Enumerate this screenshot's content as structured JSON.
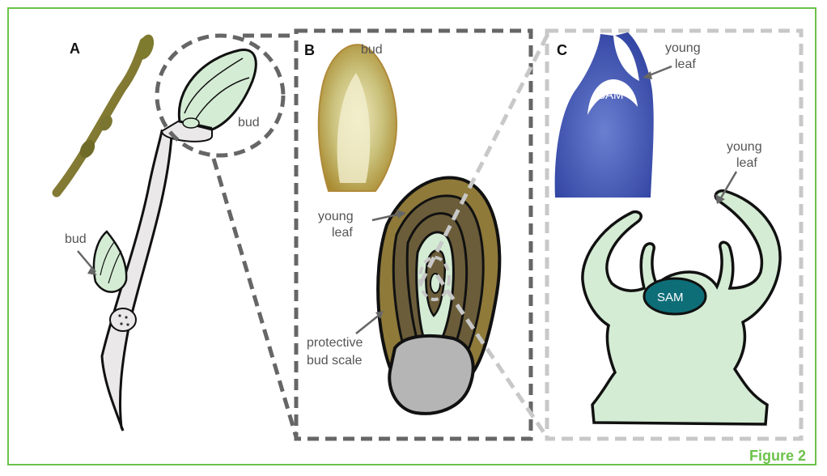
{
  "figure_label": "Figure 2",
  "panels": {
    "a": {
      "letter": "A",
      "bud_top_label": "bud",
      "bud_side_label": "bud"
    },
    "b": {
      "letter": "B",
      "bud_label": "bud",
      "young_leaf_label": [
        "young",
        "leaf"
      ],
      "scale_label": [
        "protective",
        "bud scale"
      ]
    },
    "c": {
      "letter": "C",
      "sam_photo_label": "SAM",
      "young_leaf_top_label": [
        "young",
        "leaf"
      ],
      "young_leaf_right_label": [
        "young",
        "leaf"
      ],
      "sam_label": "SAM"
    }
  },
  "colors": {
    "border_green": "#6cc24a",
    "leaf_green": "#d4ecd4",
    "sam_teal": "#0e6e78",
    "bud_olive": "#8f7a3a",
    "bud_dark": "#6b5d3a",
    "stem_grey": "#ebe8ea",
    "stain_blue": "#3a4fae"
  }
}
